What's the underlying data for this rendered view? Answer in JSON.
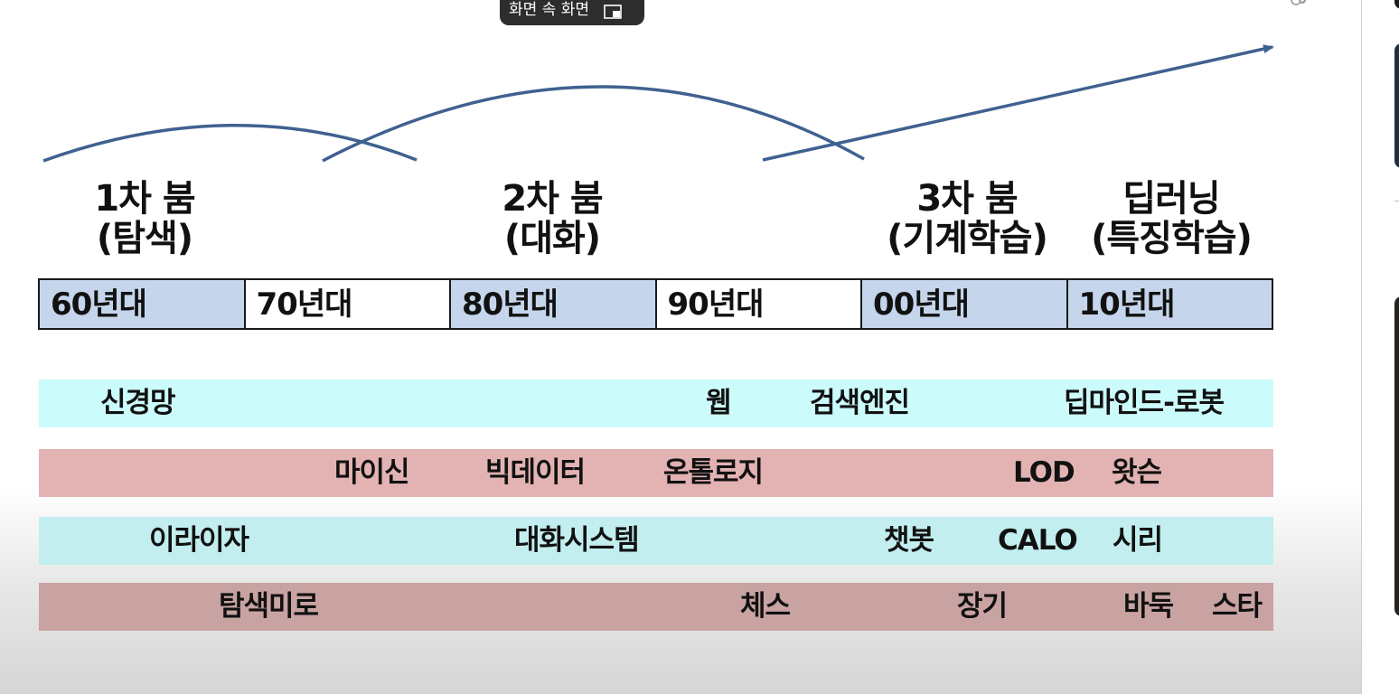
{
  "overlay": {
    "pip_label": "화면 속 화면"
  },
  "eras": [
    {
      "title": "1차 붐",
      "subtitle": "(탐색)"
    },
    {
      "title": "2차 붐",
      "subtitle": "(대화)"
    },
    {
      "title": "3차 붐",
      "subtitle": "(기계학습)"
    },
    {
      "title": "딥러닝",
      "subtitle": "(특징학습)"
    }
  ],
  "decades": [
    {
      "label": "60년대",
      "highlighted": true
    },
    {
      "label": "70년대",
      "highlighted": false
    },
    {
      "label": "80년대",
      "highlighted": true
    },
    {
      "label": "90년대",
      "highlighted": false
    },
    {
      "label": "00년대",
      "highlighted": true
    },
    {
      "label": "10년대",
      "highlighted": true
    }
  ],
  "bands": [
    {
      "color": "#ccfbfc",
      "tags": [
        "신경망",
        "웹",
        "검색엔진",
        "딥마인드-로봇"
      ]
    },
    {
      "color": "#e2b3b2",
      "tags": [
        "마이신",
        "빅데이터",
        "온톨로지",
        "LOD",
        "왓슨"
      ]
    },
    {
      "color": "#c2eeef",
      "tags": [
        "이라이자",
        "대화시스템",
        "챗봇",
        "CALO",
        "시리"
      ]
    },
    {
      "color": "#c8a3a2",
      "tags": [
        "탐색미로",
        "체스",
        "장기",
        "바둑",
        "스타"
      ]
    }
  ],
  "colors": {
    "arc": "#3f6190",
    "decade_highlight": "#c5d5ec",
    "decade_plain": "#ffffff"
  },
  "icons": [
    "pip-icon",
    "zoom-icon"
  ]
}
